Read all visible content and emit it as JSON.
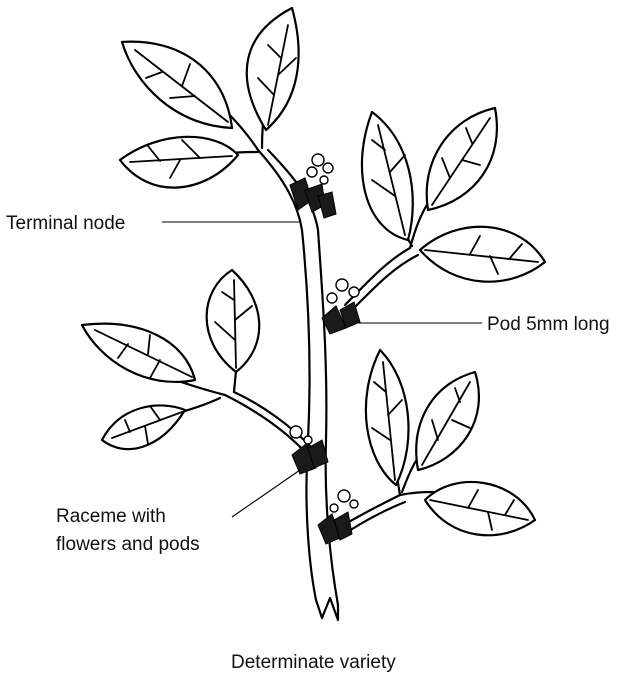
{
  "labels": {
    "terminal_node": "Terminal node",
    "pod": "Pod 5mm long",
    "raceme_line1": "Raceme with",
    "raceme_line2": "flowers and pods"
  },
  "caption": "Determinate variety"
}
